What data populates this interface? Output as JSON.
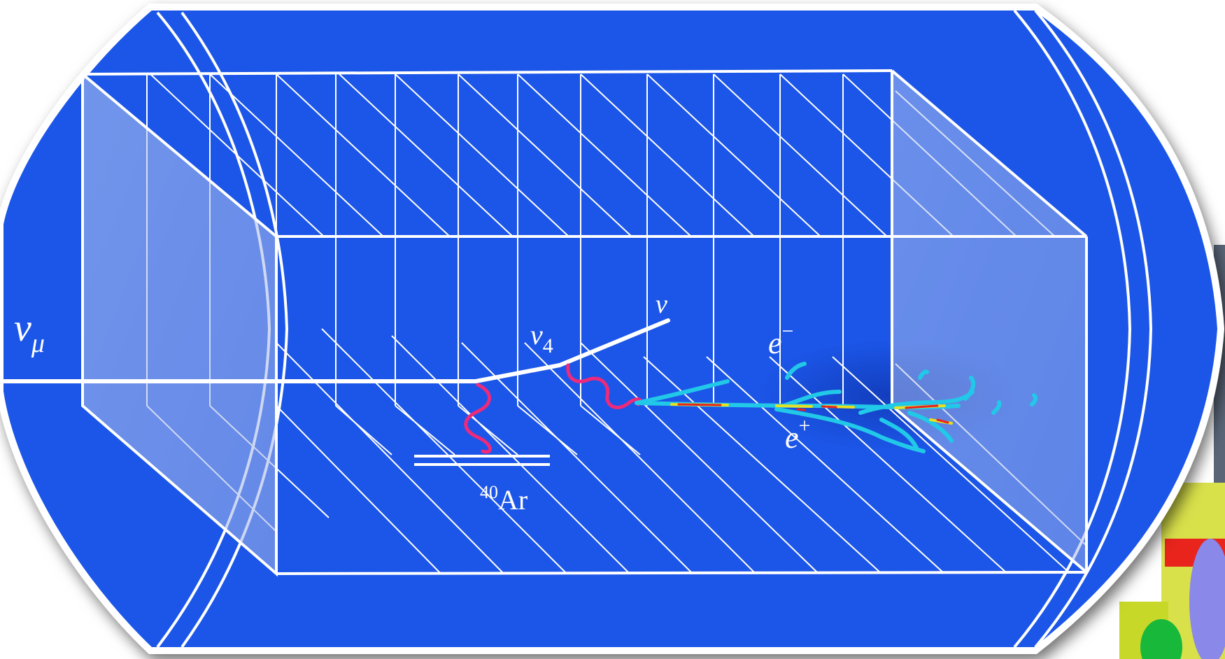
{
  "diagram": {
    "labels": {
      "incoming_neutrino": {
        "symbol": "ν",
        "subscript": "μ"
      },
      "heavy_neutrino": {
        "symbol": "ν",
        "subscript": "4"
      },
      "outgoing_neutrino": {
        "symbol": "ν"
      },
      "electron": {
        "symbol": "e",
        "superscript": "−"
      },
      "positron": {
        "symbol": "e",
        "superscript": "+"
      },
      "nucleus": {
        "mass_number": "40",
        "element": "Ar"
      }
    },
    "colors": {
      "cryostat_blue": "#1a56e8",
      "line_white": "#ffffff",
      "photon_pink": "#ee2a7b",
      "track_cyan": "#22c8e8",
      "track_red": "#e8241c",
      "track_yellow": "#e8e020"
    }
  }
}
